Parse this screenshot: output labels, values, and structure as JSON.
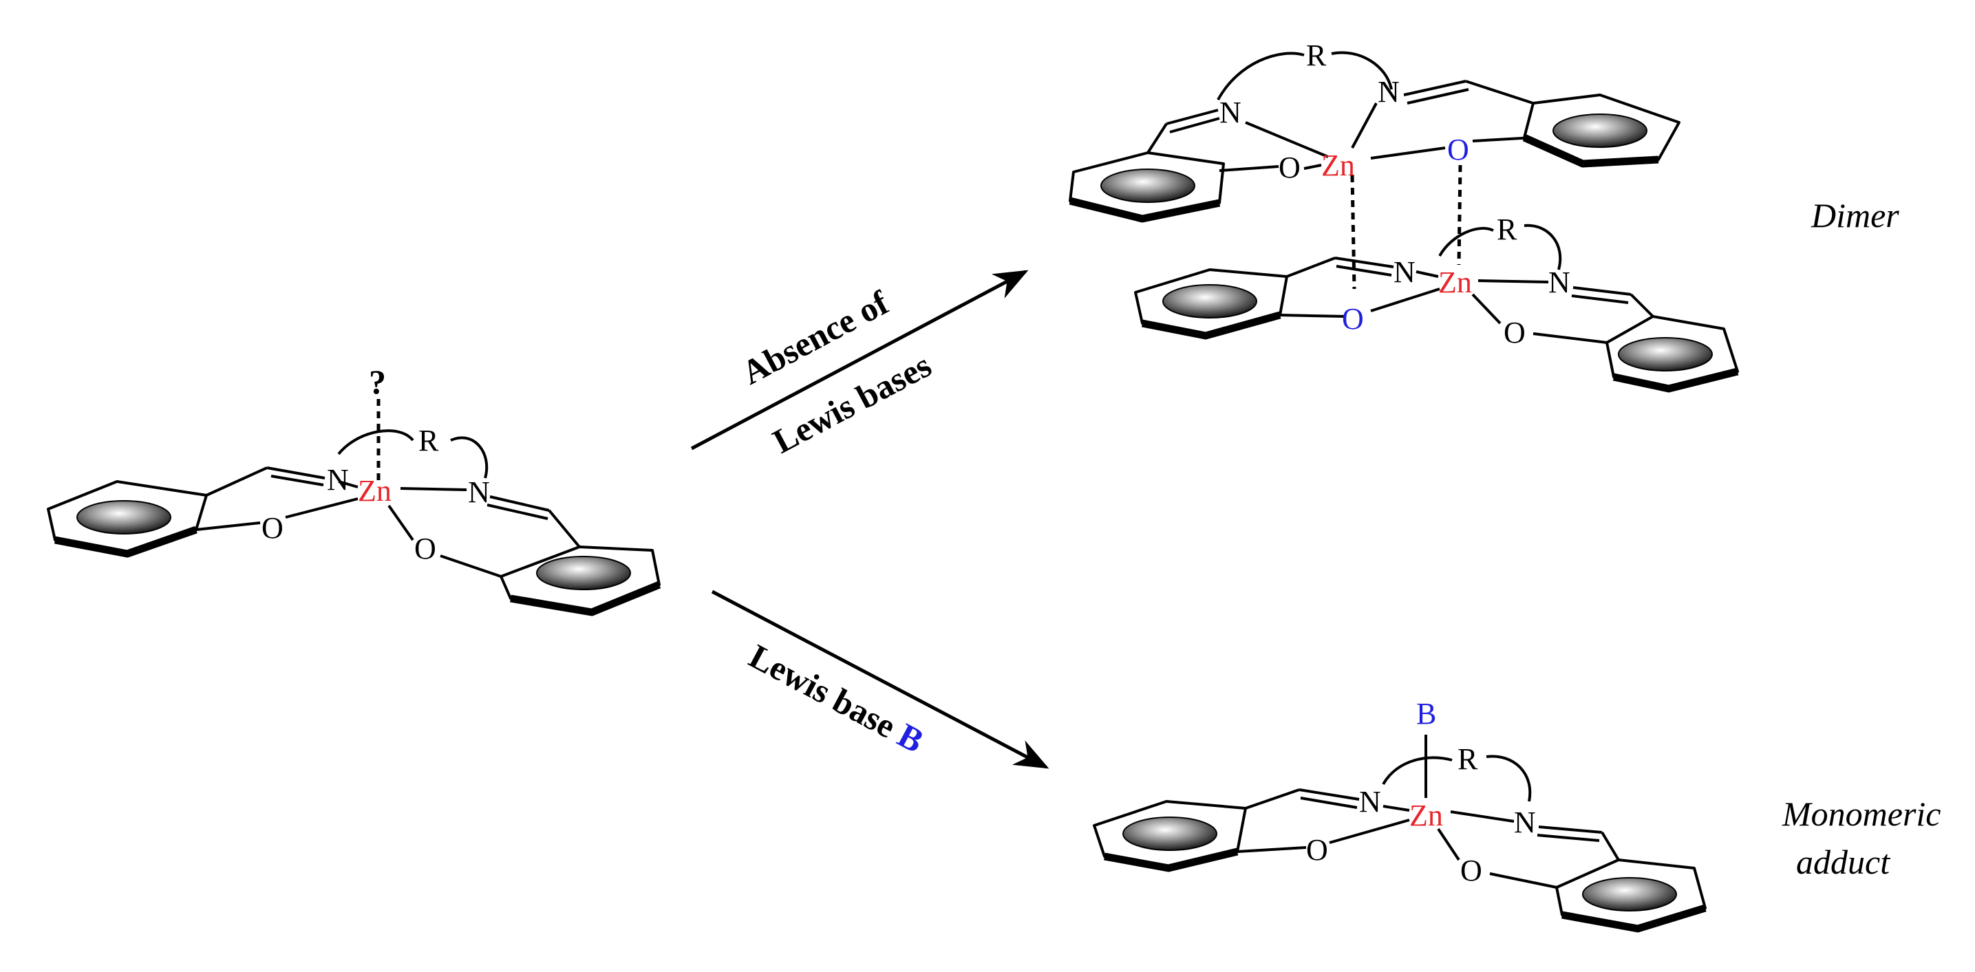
{
  "colors": {
    "zinc": "#e8262a",
    "bridging_oxygen": "#1f1fe0",
    "lewis_base": "#1f1fe0",
    "bond": "#000000"
  },
  "labels": {
    "unknown_site": "?",
    "arrow_top_line1": "Absence of",
    "arrow_top_line2": "Lewis bases",
    "arrow_bottom_prefix": "Lewis base ",
    "arrow_bottom_base": "B",
    "dimer": "Dimer",
    "monomer_line1": "Monomeric",
    "monomer_line2": "adduct"
  },
  "atoms": {
    "zn": "Zn",
    "n": "N",
    "o": "O",
    "r": "R",
    "b": "B"
  }
}
